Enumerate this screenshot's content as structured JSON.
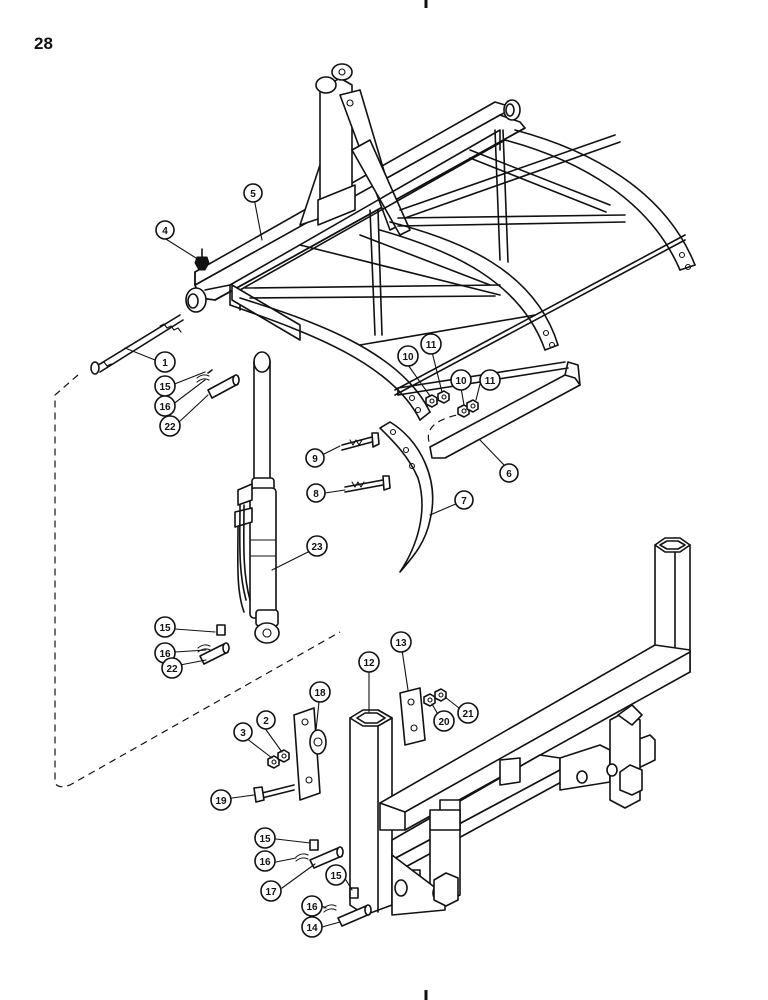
{
  "page": {
    "number": "28"
  },
  "callouts": {
    "c1": "1",
    "c2": "2",
    "c3": "3",
    "c4": "4",
    "c5": "5",
    "c6": "6",
    "c7": "7",
    "c8": "8",
    "c9": "9",
    "c10a": "10",
    "c10b": "10",
    "c11a": "11",
    "c11b": "11",
    "c12": "12",
    "c13": "13",
    "c14": "14",
    "c15a": "15",
    "c15b": "15",
    "c15c": "15",
    "c15d": "15",
    "c16a": "16",
    "c16b": "16",
    "c16c": "16",
    "c16d": "16",
    "c17": "17",
    "c18": "18",
    "c19": "19",
    "c20": "20",
    "c21": "21",
    "c22a": "22",
    "c22b": "22",
    "c23": "23"
  }
}
